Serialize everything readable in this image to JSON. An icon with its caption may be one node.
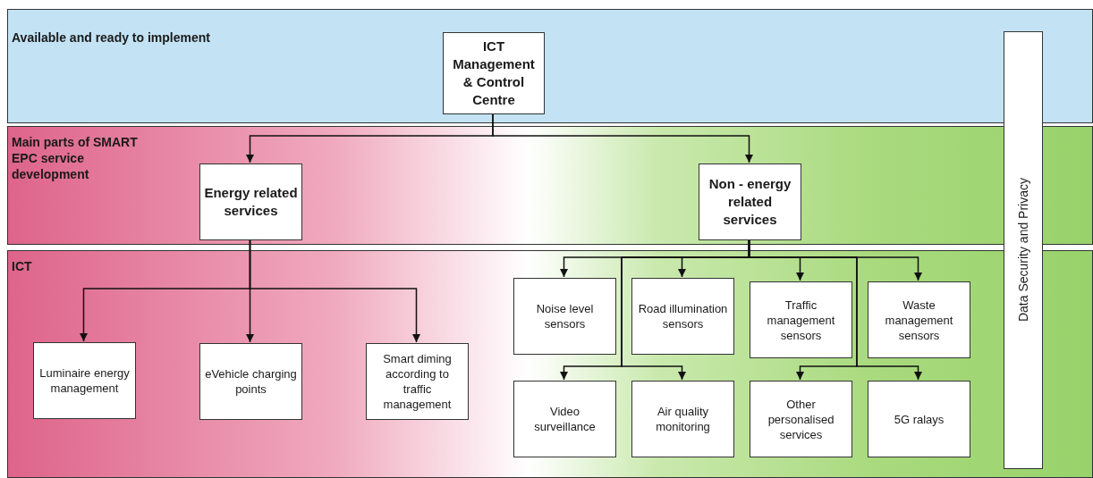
{
  "diagram": {
    "nodes": [
      {
        "text": [
          "Available and ready to implement"
        ]
      },
      {
        "text": [
          "ICT Management & Control Centre"
        ],
        "in": 0
      },
      {
        "text": [
          "Main parts of SMART EPC service development"
        ]
      },
      {
        "text": [
          "Energy related services"
        ],
        "in": 2
      },
      {
        "text": [
          "Non - energy related services"
        ],
        "in": 2
      },
      {
        "text": [
          "ICT"
        ]
      },
      {
        "text": [
          "Luminaire energy management"
        ],
        "in": 5
      },
      {
        "text": [
          "eVehicle charging points"
        ],
        "in": 5
      },
      {
        "text": [
          "Smart diming according to traffic management"
        ],
        "in": 5
      },
      {
        "text": [
          "Noise level sensors"
        ],
        "in": 5
      },
      {
        "text": [
          "Road illumination sensors"
        ],
        "in": 5
      },
      {
        "text": [
          "Traffic management sensors"
        ],
        "in": 5
      },
      {
        "text": [
          "Waste management sensors"
        ],
        "in": 5
      },
      {
        "text": [
          "Video surveillance"
        ],
        "in": 5
      },
      {
        "text": [
          "Air quality monitoring"
        ],
        "in": 5
      },
      {
        "text": [
          "Other personalised services"
        ],
        "in": 5
      },
      {
        "text": [
          "5G ralays"
        ],
        "in": 5
      },
      {
        "text": [
          "Data Security and Privacy"
        ]
      }
    ],
    "edges": [
      {
        "from": 1,
        "to": 3,
        "arrow": "to"
      },
      {
        "from": 1,
        "to": 4,
        "arrow": "to"
      },
      {
        "from": 3,
        "to": 6,
        "arrow": "to"
      },
      {
        "from": 3,
        "to": 7,
        "arrow": "to"
      },
      {
        "from": 3,
        "to": 8,
        "arrow": "to"
      },
      {
        "from": 4,
        "to": 9,
        "arrow": "to"
      },
      {
        "from": 4,
        "to": 10,
        "arrow": "to"
      },
      {
        "from": 4,
        "to": 11,
        "arrow": "to"
      },
      {
        "from": 4,
        "to": 12,
        "arrow": "to"
      },
      {
        "from": 4,
        "to": 13,
        "arrow": "to"
      },
      {
        "from": 4,
        "to": 14,
        "arrow": "to"
      },
      {
        "from": 4,
        "to": 15,
        "arrow": "to"
      },
      {
        "from": 4,
        "to": 16,
        "arrow": "to"
      }
    ]
  }
}
